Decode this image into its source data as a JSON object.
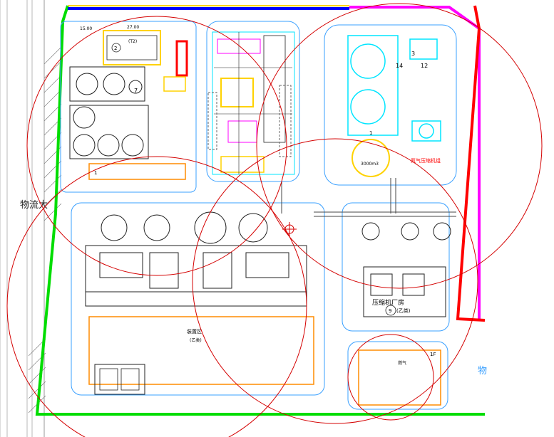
{
  "colors": {
    "boundary_green": "#00dd00",
    "boundary_magenta": "#ff00ff",
    "boundary_red": "#ff0000",
    "road_blue": "#3aa0ff",
    "top_blue": "#0000ff",
    "cyan": "#00e5ff",
    "orange": "#ff8c00",
    "yellow": "#ffd200",
    "radius_circle": "#d40000",
    "equipment": "#222222",
    "hatch": "#888888"
  },
  "labels": {
    "dim_1": "15.00",
    "dim_2": "27.00",
    "tank_label_upper": "(T2)",
    "tank_number_2": "2",
    "unit_7": "7",
    "unit_1_left": "1",
    "unit_1_right": "1",
    "unit_3": "3",
    "unit_9": "9",
    "unit_9_suffix": "(乙类)",
    "unit_1F": "1F",
    "capacity": "3000m3",
    "small_12": "12",
    "small_14": "14",
    "side_text_left": "物流大",
    "side_text_right": "物",
    "gas_text": "燃气",
    "factory_text": "压缩机厂房",
    "main_unit_text": "装置区",
    "sub_text": "(乙类)",
    "red_note": "氮气压缩机组"
  }
}
